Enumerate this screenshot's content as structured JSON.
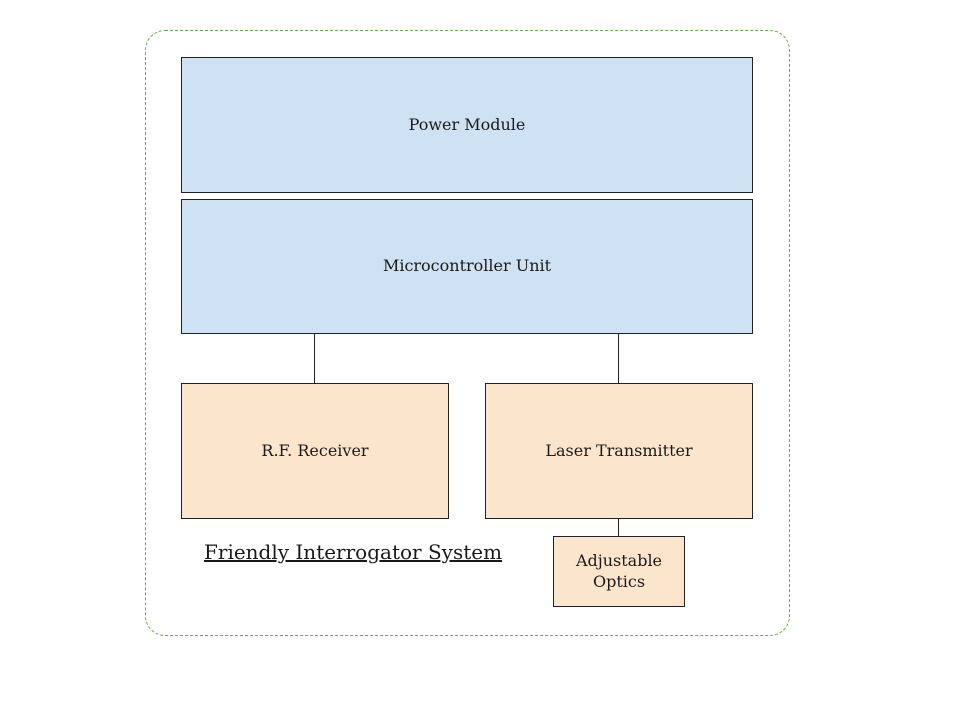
{
  "diagram": {
    "title": "Friendly Interrogator System",
    "blocks": {
      "power": "Power Module",
      "mcu": "Microcontroller Unit",
      "rf": "R.F. Receiver",
      "laser": "Laser Transmitter",
      "optics": "Adjustable\nOptics"
    },
    "colors": {
      "control_fill": "#cfe2f3",
      "io_fill": "#fce5cd",
      "boundary": "#6aa84f",
      "stroke": "#222222"
    }
  }
}
